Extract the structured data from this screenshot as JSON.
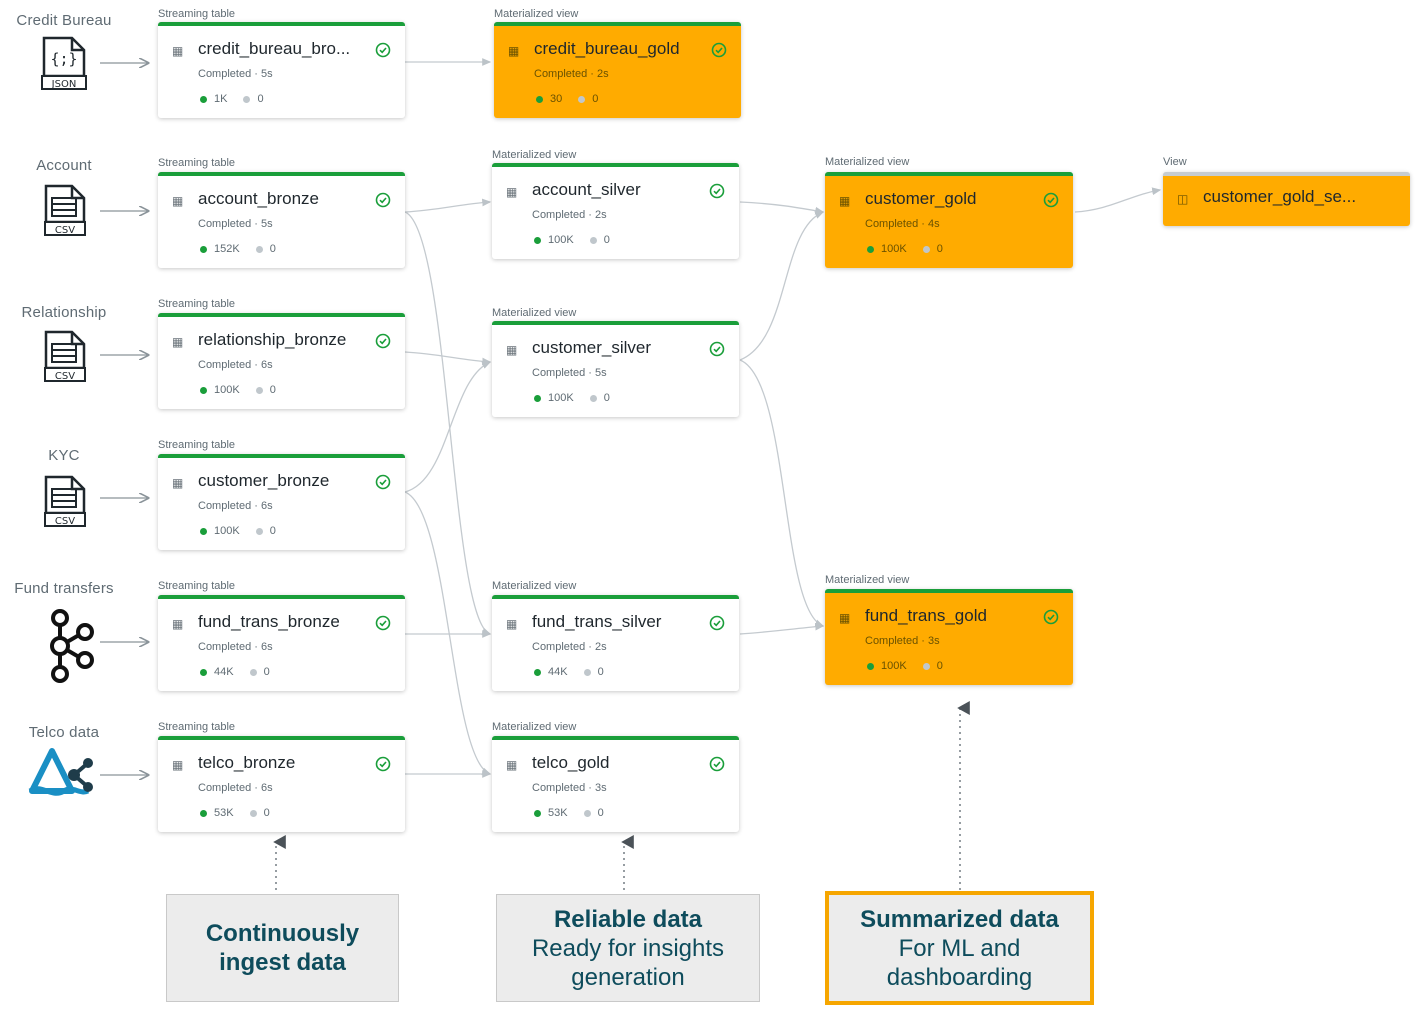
{
  "sources": [
    {
      "label": "Credit Bureau",
      "icon": "json-file-icon",
      "icon_text": "JSON"
    },
    {
      "label": "Account",
      "icon": "csv-file-icon",
      "icon_text": "CSV"
    },
    {
      "label": "Relationship",
      "icon": "csv-file-icon",
      "icon_text": "CSV"
    },
    {
      "label": "KYC",
      "icon": "csv-file-icon",
      "icon_text": "CSV"
    },
    {
      "label": "Fund transfers",
      "icon": "kafka-icon"
    },
    {
      "label": "Telco data",
      "icon": "delta-sharing-icon"
    }
  ],
  "bronze": [
    {
      "kind": "Streaming table",
      "name": "credit_bureau_bro...",
      "status": "Completed · 5s",
      "rows": "1K",
      "dropped": "0"
    },
    {
      "kind": "Streaming table",
      "name": "account_bronze",
      "status": "Completed · 5s",
      "rows": "152K",
      "dropped": "0"
    },
    {
      "kind": "Streaming table",
      "name": "relationship_bronze",
      "status": "Completed · 6s",
      "rows": "100K",
      "dropped": "0"
    },
    {
      "kind": "Streaming table",
      "name": "customer_bronze",
      "status": "Completed · 6s",
      "rows": "100K",
      "dropped": "0"
    },
    {
      "kind": "Streaming table",
      "name": "fund_trans_bronze",
      "status": "Completed · 6s",
      "rows": "44K",
      "dropped": "0"
    },
    {
      "kind": "Streaming table",
      "name": "telco_bronze",
      "status": "Completed · 6s",
      "rows": "53K",
      "dropped": "0"
    }
  ],
  "silver": [
    {
      "kind": "Materialized view",
      "name": "credit_bureau_gold",
      "status": "Completed · 2s",
      "rows": "30",
      "dropped": "0"
    },
    {
      "kind": "Materialized view",
      "name": "account_silver",
      "status": "Completed · 2s",
      "rows": "100K",
      "dropped": "0"
    },
    {
      "kind": "Materialized view",
      "name": "customer_silver",
      "status": "Completed · 5s",
      "rows": "100K",
      "dropped": "0"
    },
    {
      "kind": "Materialized view",
      "name": "fund_trans_silver",
      "status": "Completed · 2s",
      "rows": "44K",
      "dropped": "0"
    },
    {
      "kind": "Materialized view",
      "name": "telco_gold",
      "status": "Completed · 3s",
      "rows": "53K",
      "dropped": "0"
    }
  ],
  "gold": [
    {
      "kind": "Materialized view",
      "name": "customer_gold",
      "status": "Completed · 4s",
      "rows": "100K",
      "dropped": "0"
    },
    {
      "kind": "Materialized view",
      "name": "fund_trans_gold",
      "status": "Completed · 3s",
      "rows": "100K",
      "dropped": "0"
    }
  ],
  "view": {
    "kind": "View",
    "name": "customer_gold_se..."
  },
  "callouts": {
    "ingest": {
      "line1": "Continuously",
      "line2": "ingest data"
    },
    "reliable": {
      "title": "Reliable data",
      "line1": "Ready for insights",
      "line2": "generation"
    },
    "summarized": {
      "title": "Summarized data",
      "line1": "For ML and",
      "line2": "dashboarding"
    }
  },
  "colors": {
    "gold_fill": "#ffab00",
    "success": "#1a9e3a",
    "callout_text": "#0e4c5c",
    "highlight_border": "#f6a600"
  }
}
